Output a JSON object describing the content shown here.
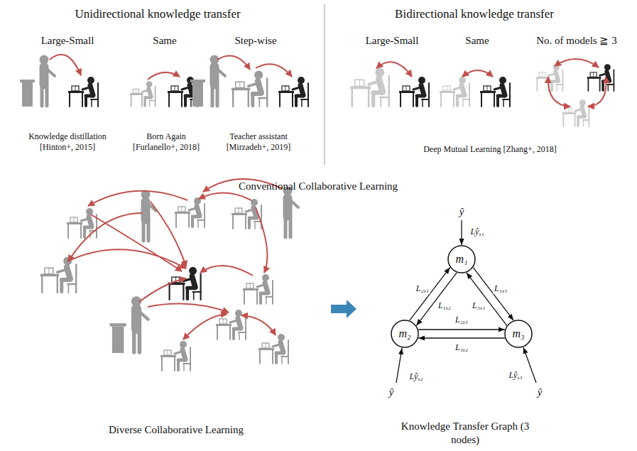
{
  "diagram": {
    "nodes": [
      {
        "text": [
          "m₁"
        ]
      },
      {
        "text": [
          "m₂"
        ]
      },
      {
        "text": [
          "m₃"
        ]
      }
    ],
    "edges": [
      {
        "from": 1,
        "to": 0,
        "label": "L₂,₁",
        "arrow": "to"
      },
      {
        "from": 0,
        "to": 1,
        "label": "L₁,₂",
        "arrow": "to"
      },
      {
        "from": 0,
        "to": 2,
        "label": "L₁,₃",
        "arrow": "to"
      },
      {
        "from": 2,
        "to": 0,
        "label": "L₃,₁",
        "arrow": "to"
      },
      {
        "from": 1,
        "to": 2,
        "label": "L₂,₃",
        "arrow": "to"
      },
      {
        "from": 2,
        "to": 1,
        "label": "L₃,₂",
        "arrow": "to"
      }
    ],
    "labels": [
      "Unidirectional knowledge transfer",
      "Bidirectional knowledge transfer",
      "Large-Small",
      "Same",
      "Step-wise",
      "Large-Small",
      "Same",
      "No. of models ≧ 3",
      "Knowledge distillation [Hinton+, 2015]",
      "Born Again [Furlanello+, 2018]",
      "Teacher assistant [Mirzadeh+, 2019]",
      "Deep Mutual Learning [Zhang+, 2018]",
      "Conventional Collaborative Learning",
      "Diverse Collaborative Learning",
      "ŷ",
      "Lŷ,₁",
      "ŷ",
      "Lŷ,₂",
      "ŷ",
      "Lŷ,₃",
      "Knowledge Transfer Graph (3 nodes)"
    ]
  }
}
